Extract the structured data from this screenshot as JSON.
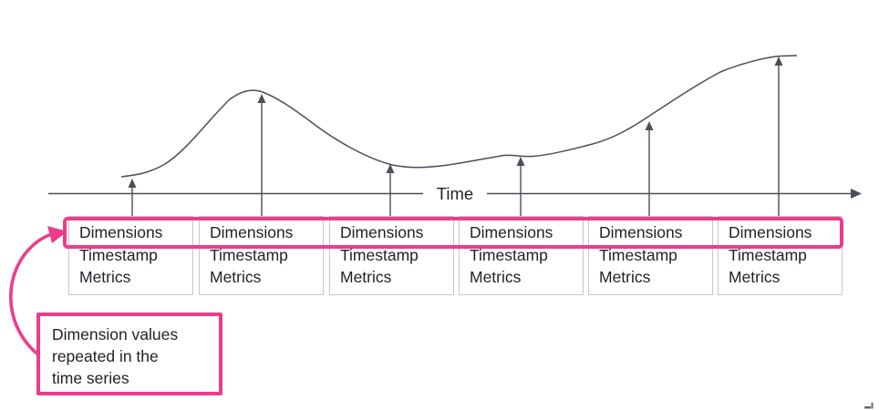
{
  "colors": {
    "accent-pink": "#ED3C8C",
    "line-gray": "#4A4E58",
    "box-border": "#C5C8CC",
    "text-dark": "#1E2126",
    "background": "#FFFFFF"
  },
  "axis": {
    "label": "Time"
  },
  "records": [
    {
      "dimensions": "Dimensions",
      "timestamp": "Timestamp",
      "metrics": "Metrics"
    },
    {
      "dimensions": "Dimensions",
      "timestamp": "Timestamp",
      "metrics": "Metrics"
    },
    {
      "dimensions": "Dimensions",
      "timestamp": "Timestamp",
      "metrics": "Metrics"
    },
    {
      "dimensions": "Dimensions",
      "timestamp": "Timestamp",
      "metrics": "Metrics"
    },
    {
      "dimensions": "Dimensions",
      "timestamp": "Timestamp",
      "metrics": "Metrics"
    },
    {
      "dimensions": "Dimensions",
      "timestamp": "Timestamp",
      "metrics": "Metrics"
    }
  ],
  "callout": {
    "lines": [
      "Dimension values",
      "repeated in the",
      "time series"
    ]
  }
}
